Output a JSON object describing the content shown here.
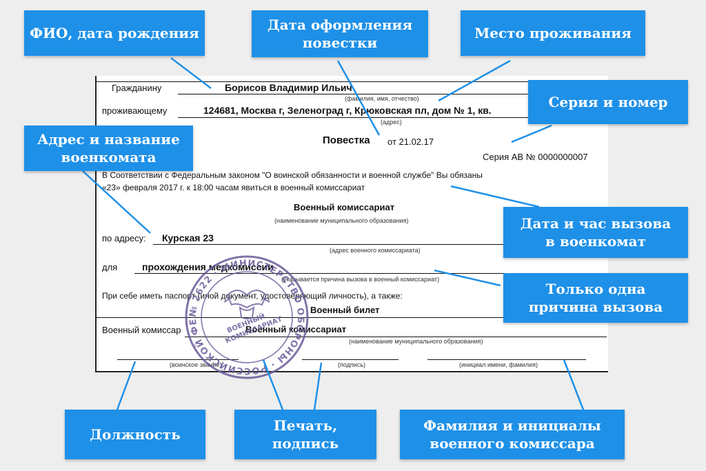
{
  "callouts": {
    "fio": "ФИО, дата рождения",
    "date_issue": "Дата оформления повестки",
    "residence": "Место проживания",
    "series": "Серия и номер",
    "address_name": "Адрес и название военкомата",
    "date_time": "Дата и час вызова в военкомат",
    "one_reason": "Только одна причина вызова",
    "position": "Должность",
    "stamp_sign": "Печать, подпись",
    "commissar_name": "Фамилия и инициалы военного комиссара"
  },
  "doc": {
    "citizen_label": "Гражданину",
    "citizen_name": "Борисов Владимир Ильич",
    "citizen_hint": "(фамилия, имя, отчество)",
    "residing_label": "проживающему",
    "address": "124681, Москва г, Зеленоград г, Крюковская пл, дом № 1, кв.",
    "address_hint": "(адрес)",
    "title": "Повестка",
    "date": "от 21.02.17",
    "series": "Серия АВ № 0000000007",
    "law_text_1": "В Соответствии с Федеральным законом \"О воинской обязанности и военной службе\" Вы обязаны",
    "law_text_2": "«23» февраля 2017 г. к 18:00 часам явиться в военный комиссариат",
    "commissariat": "Военный комиссариат",
    "commissariat_hint": "(наименование муниципального образования)",
    "at_address_label": "по адресу:",
    "at_address": "Курская 23",
    "at_address_hint": "(адрес военного комиссариата)",
    "for_label": "для",
    "reason": "прохождения медкомиссии",
    "reason_hint": "(указывается причина вызова в военный комиссариат)",
    "bring_text": "При себе иметь паспорт (иной документ, удостоверяющий личность), а также:",
    "bring_item": "Военный билет",
    "commissar_label": "Военный комиссар",
    "commissar_value": "Военный комиссариат",
    "commissar_hint": "(наименование муниципального образования)",
    "rank_hint": "(воинское звание)",
    "sign_hint": "(подпись)",
    "initials_hint": "(инициал имени, фамилия)"
  },
  "stamp": {
    "center_text": "ВОЕННЫЙ КОМИССАРИАТ",
    "ring_text": "№ 2622 · МИНИСТЕРСТВО ОБОРОНЫ · РОССИЙСКОЙ ФЕДЕРАЦИИ ·",
    "color": "#6a5a9a"
  },
  "colors": {
    "callout": "#1e90e8",
    "connector": "#1e90e8"
  }
}
